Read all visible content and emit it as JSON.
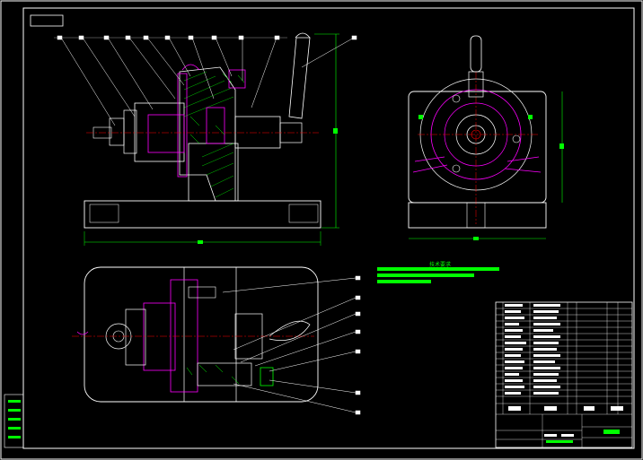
{
  "drawing": {
    "colors": {
      "background": "#000000",
      "outline": "#ffffff",
      "section": "#ff00ff",
      "center_line": "#ff0000",
      "dimension": "#00ff00",
      "hatch": "#00ff00"
    },
    "tech_requirements_title": "技术要求",
    "balloon_count_top_view": 11,
    "balloon_count_plan_view": 7
  }
}
